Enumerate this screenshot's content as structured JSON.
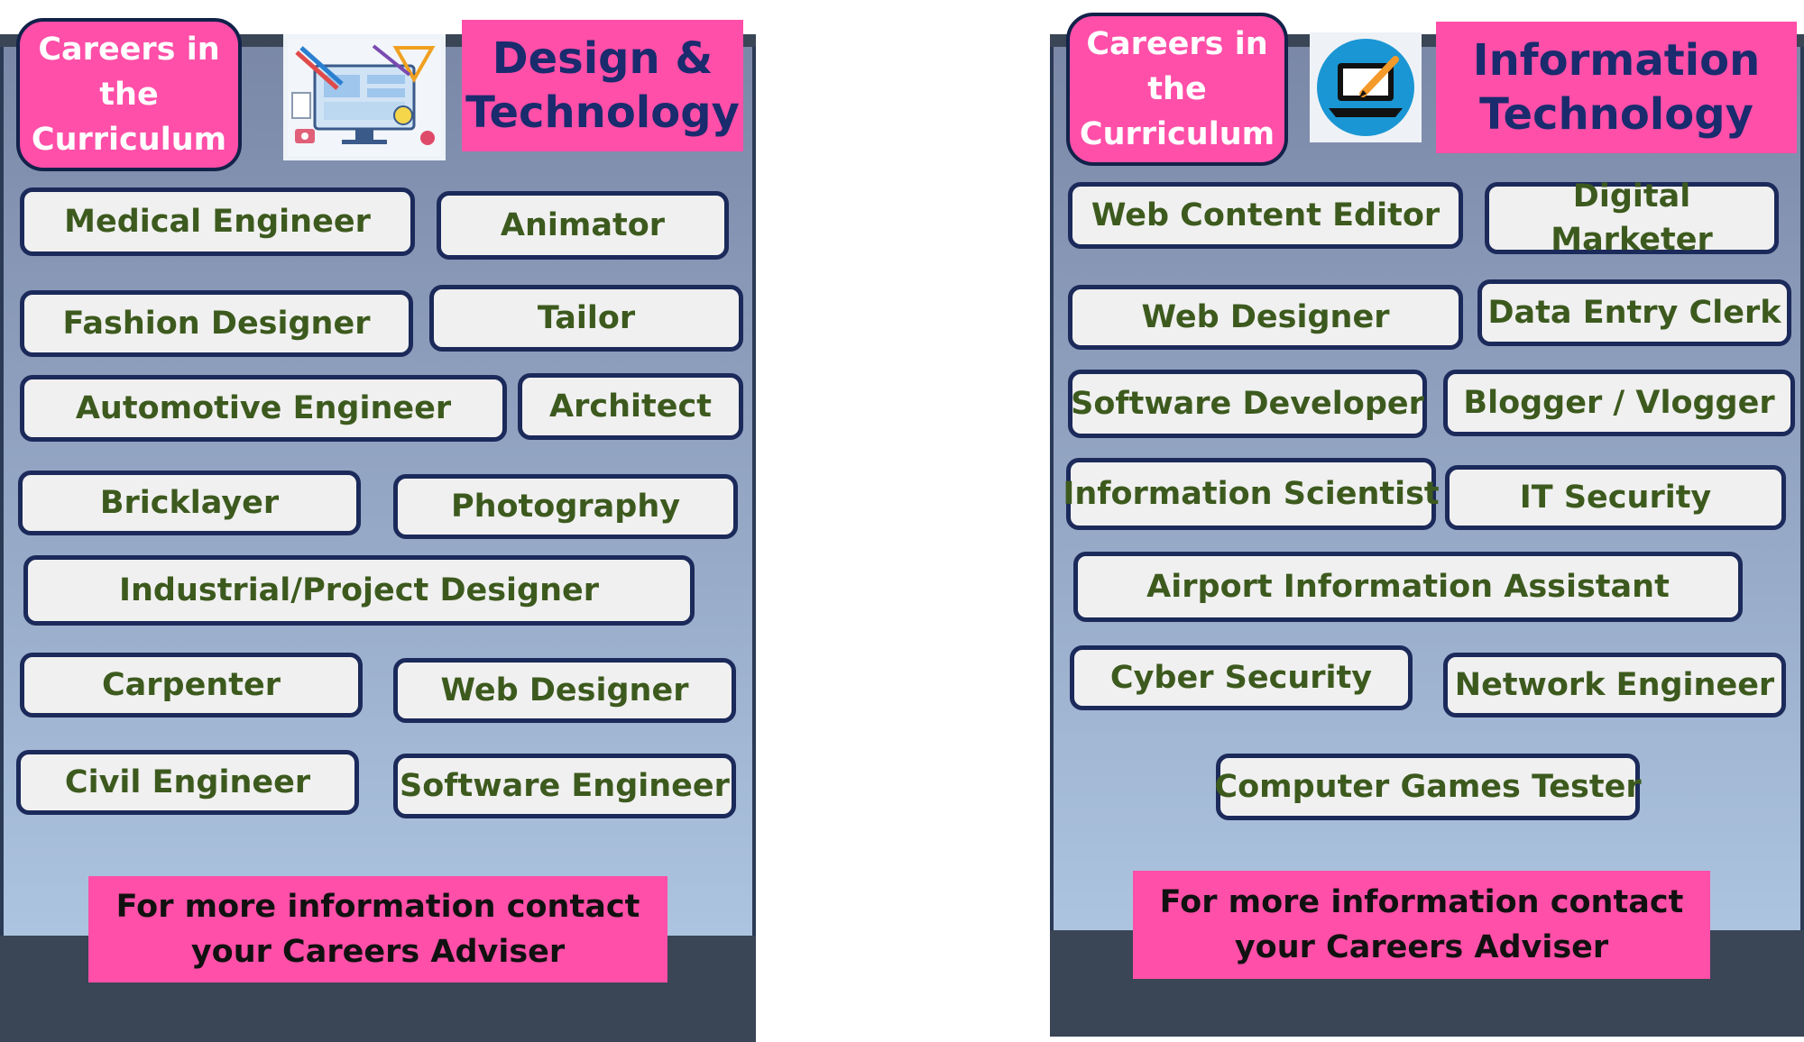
{
  "posters": [
    {
      "badge": "Careers in the Curriculum",
      "title": "Design & Technology",
      "jobs": [
        "Medical Engineer",
        "Animator",
        "Fashion Designer",
        "Tailor",
        "Automotive Engineer",
        "Architect",
        "Bricklayer",
        "Photography",
        "Industrial/Project Designer",
        "Carpenter",
        "Web Designer",
        "Civil Engineer",
        "Software Engineer"
      ],
      "contact": "For more information contact your Careers Adviser"
    },
    {
      "badge": "Careers in the Curriculum",
      "title": "Information Technology",
      "jobs": [
        "Web Content Editor",
        "Digital Marketer",
        "Web Designer",
        "Data Entry Clerk",
        "Software Developer",
        "Blogger / Vlogger",
        "Information Scientist",
        "IT Security",
        "Airport Information Assistant",
        "Cyber Security",
        "Network Engineer",
        "Computer Games Tester"
      ],
      "contact": "For more information contact your Careers Adviser"
    }
  ],
  "colors": {
    "pink": "#ff4fa8",
    "navy": "#12224a",
    "job_text": "#3d5a1e",
    "title_text": "#1a2b6e"
  },
  "icons": [
    "design-technology-illustration-icon",
    "laptop-pen-icon"
  ]
}
